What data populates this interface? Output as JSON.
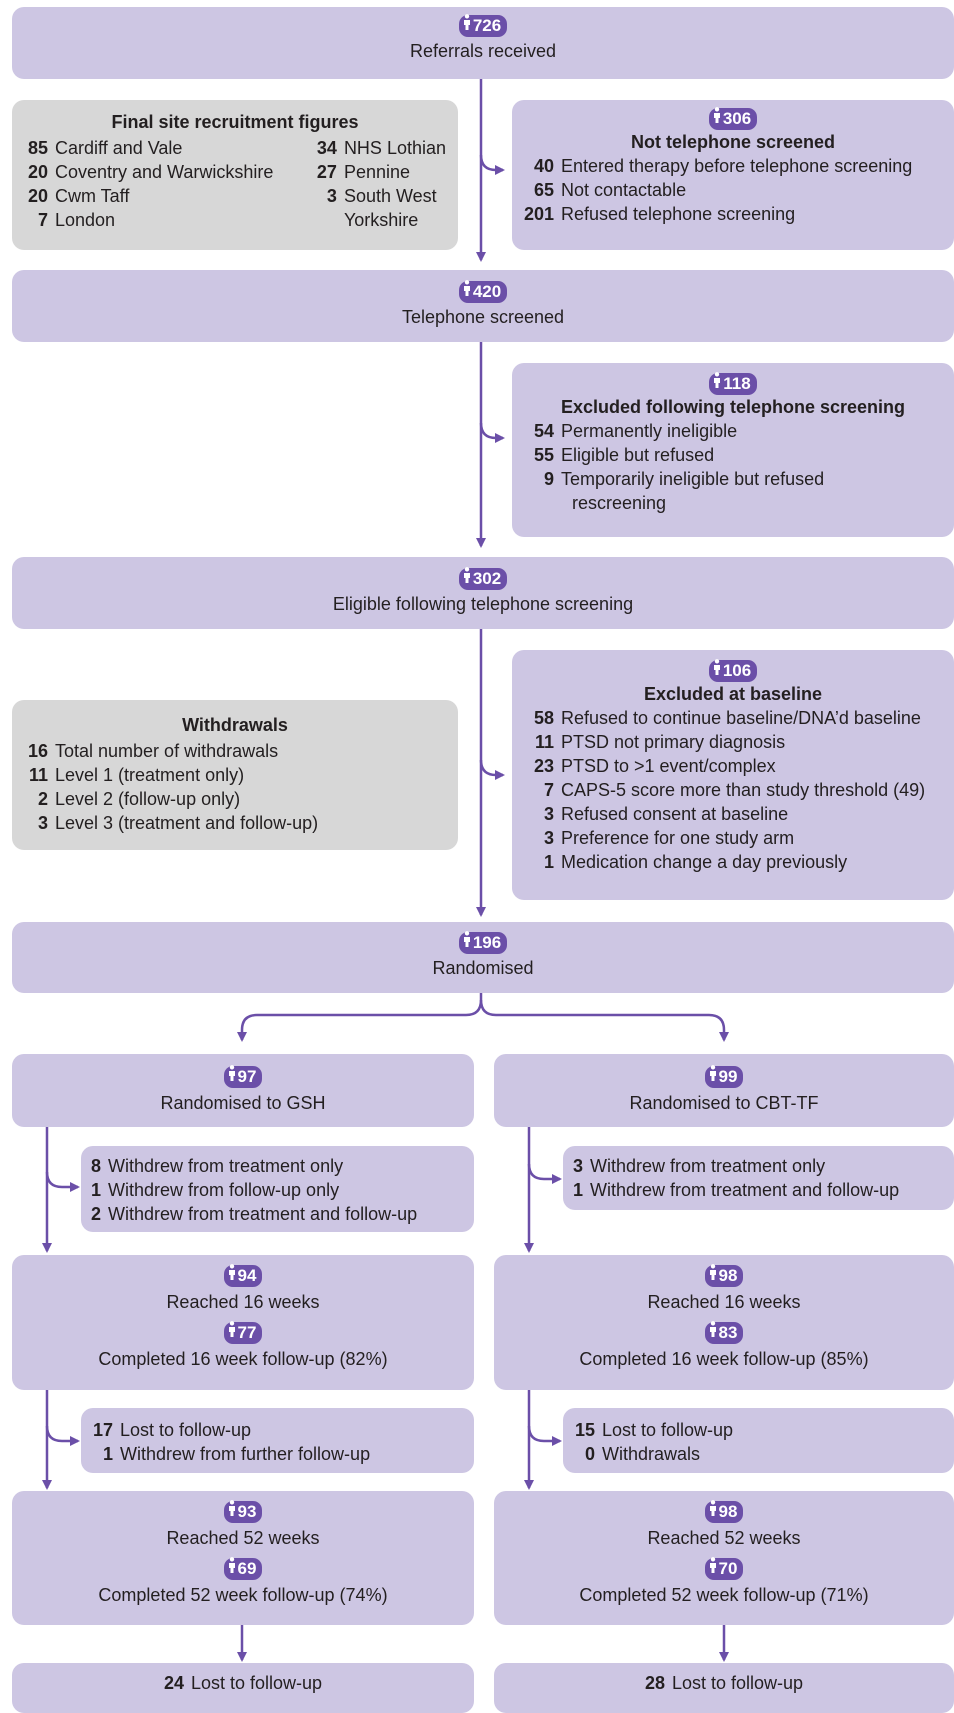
{
  "colors": {
    "box": "#cdc6e3",
    "side_gray": "#d7d7d7",
    "badge": "#6b4fa8",
    "arrow": "#6b4fa8"
  },
  "referrals": {
    "count": "726",
    "label": "Referrals received"
  },
  "sites": {
    "title": "Final site recruitment figures",
    "left": [
      {
        "n": "85",
        "label": "Cardiff and Vale"
      },
      {
        "n": "20",
        "label": "Coventry and Warwickshire"
      },
      {
        "n": "20",
        "label": "Cwm Taff"
      },
      {
        "n": "7",
        "label": "London"
      }
    ],
    "right": [
      {
        "n": "34",
        "label": "NHS Lothian"
      },
      {
        "n": "27",
        "label": "Pennine"
      },
      {
        "n": "3",
        "label": "South West"
      },
      {
        "n": "",
        "label": "Yorkshire"
      }
    ]
  },
  "not_screened": {
    "count": "306",
    "title": "Not telephone screened",
    "items": [
      {
        "n": "40",
        "label": "Entered therapy before telephone screening"
      },
      {
        "n": "65",
        "label": "Not contactable"
      },
      {
        "n": "201",
        "label": "Refused telephone screening"
      }
    ]
  },
  "screened": {
    "count": "420",
    "label": "Telephone screened"
  },
  "excluded_phone": {
    "count": "118",
    "title": "Excluded following telephone screening",
    "items": [
      {
        "n": "54",
        "label": "Permanently ineligible"
      },
      {
        "n": "55",
        "label": "Eligible but refused"
      },
      {
        "n": "9",
        "label": "Temporarily ineligible but refused"
      },
      {
        "n": "",
        "label": "rescreening"
      }
    ]
  },
  "eligible": {
    "count": "302",
    "label": "Eligible following telephone screening"
  },
  "withdrawals": {
    "title": "Withdrawals",
    "items": [
      {
        "n": "16",
        "label": "Total number of withdrawals"
      },
      {
        "n": "11",
        "label": "Level 1 (treatment only)"
      },
      {
        "n": "2",
        "label": "Level 2 (follow-up only)"
      },
      {
        "n": "3",
        "label": "Level 3 (treatment and follow-up)"
      }
    ]
  },
  "excluded_baseline": {
    "count": "106",
    "title": "Excluded at baseline",
    "items": [
      {
        "n": "58",
        "label": "Refused to continue baseline/DNA’d baseline"
      },
      {
        "n": "11",
        "label": "PTSD not primary diagnosis"
      },
      {
        "n": "23",
        "label": "PTSD to >1 event/complex"
      },
      {
        "n": "7",
        "label": "CAPS-5 score more than study threshold (49)"
      },
      {
        "n": "3",
        "label": "Refused consent at baseline"
      },
      {
        "n": "3",
        "label": "Preference for one study arm"
      },
      {
        "n": "1",
        "label": "Medication change a day previously"
      }
    ]
  },
  "randomised": {
    "count": "196",
    "label": "Randomised"
  },
  "gsh": {
    "rand": {
      "count": "97",
      "label": "Randomised to GSH"
    },
    "withdrew": [
      {
        "n": "8",
        "label": "Withdrew from treatment only"
      },
      {
        "n": "1",
        "label": "Withdrew from follow-up only"
      },
      {
        "n": "2",
        "label": "Withdrew from treatment and follow-up"
      }
    ],
    "w16": {
      "reached_count": "94",
      "reached_label": "Reached 16 weeks",
      "completed_count": "77",
      "completed_label": "Completed 16 week follow-up (82%)"
    },
    "lost16": [
      {
        "n": "17",
        "label": "Lost to follow-up"
      },
      {
        "n": "1",
        "label": "Withdrew from further follow-up"
      }
    ],
    "w52": {
      "reached_count": "93",
      "reached_label": "Reached 52 weeks",
      "completed_count": "69",
      "completed_label": "Completed 52 week follow-up (74%)"
    },
    "final": {
      "n": "24",
      "label": "Lost to follow-up"
    }
  },
  "cbt": {
    "rand": {
      "count": "99",
      "label": "Randomised to CBT-TF"
    },
    "withdrew": [
      {
        "n": "3",
        "label": "Withdrew from treatment only"
      },
      {
        "n": "1",
        "label": "Withdrew from treatment and follow-up"
      }
    ],
    "w16": {
      "reached_count": "98",
      "reached_label": "Reached 16 weeks",
      "completed_count": "83",
      "completed_label": "Completed 16 week follow-up (85%)"
    },
    "lost16": [
      {
        "n": "15",
        "label": "Lost to follow-up"
      },
      {
        "n": "0",
        "label": "Withdrawals"
      }
    ],
    "w52": {
      "reached_count": "98",
      "reached_label": "Reached 52 weeks",
      "completed_count": "70",
      "completed_label": "Completed 52 week follow-up (71%)"
    },
    "final": {
      "n": "28",
      "label": "Lost to follow-up"
    }
  }
}
